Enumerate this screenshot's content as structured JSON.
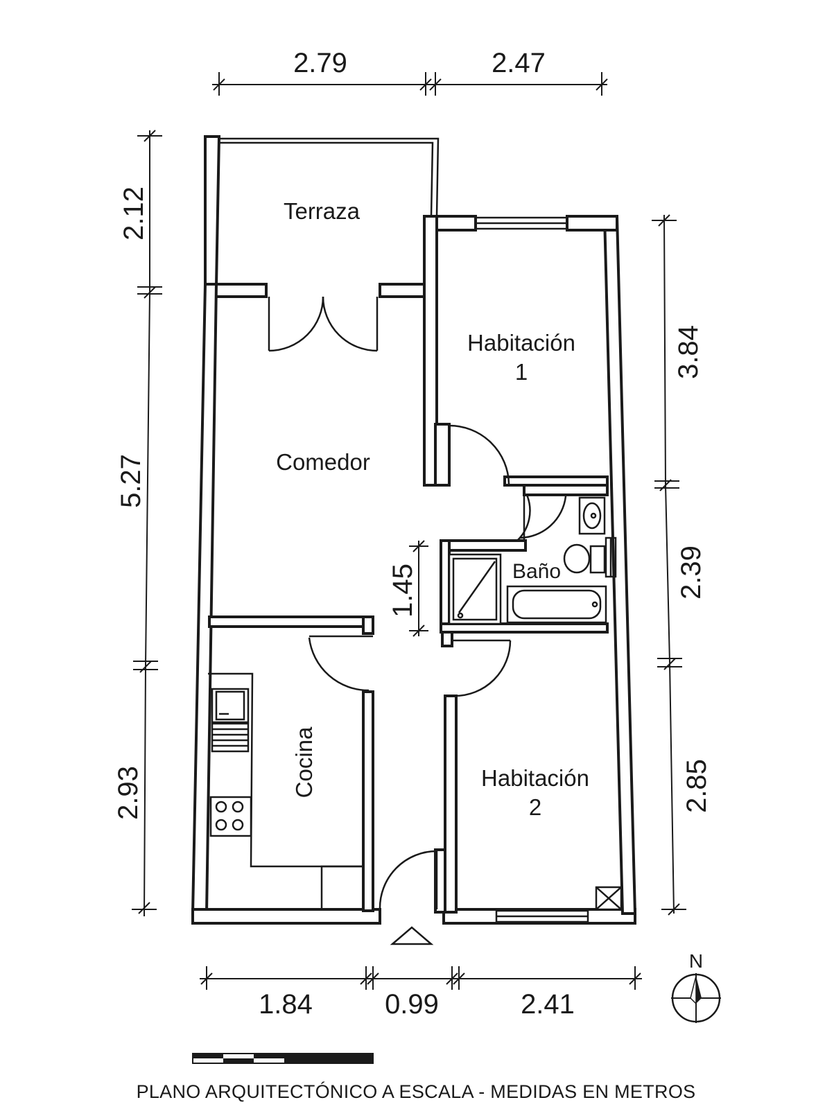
{
  "plan": {
    "rooms": {
      "terraza": "Terraza",
      "habitacion1": [
        "Habitación",
        "1"
      ],
      "comedor": "Comedor",
      "bano": "Baño",
      "cocina": "Cocina",
      "habitacion2": [
        "Habitación",
        "2"
      ]
    },
    "dimensions": {
      "top": [
        "2.79",
        "2.47"
      ],
      "left": [
        "2.12",
        "5.27",
        "2.93"
      ],
      "right": [
        "3.84",
        "2.39",
        "2.85"
      ],
      "bottom": [
        "1.84",
        "0.99",
        "2.41"
      ],
      "inner": "1.45"
    },
    "compass": "N",
    "footer": "PLANO ARQUITECTÓNICO A ESCALA - MEDIDAS EN METROS"
  }
}
